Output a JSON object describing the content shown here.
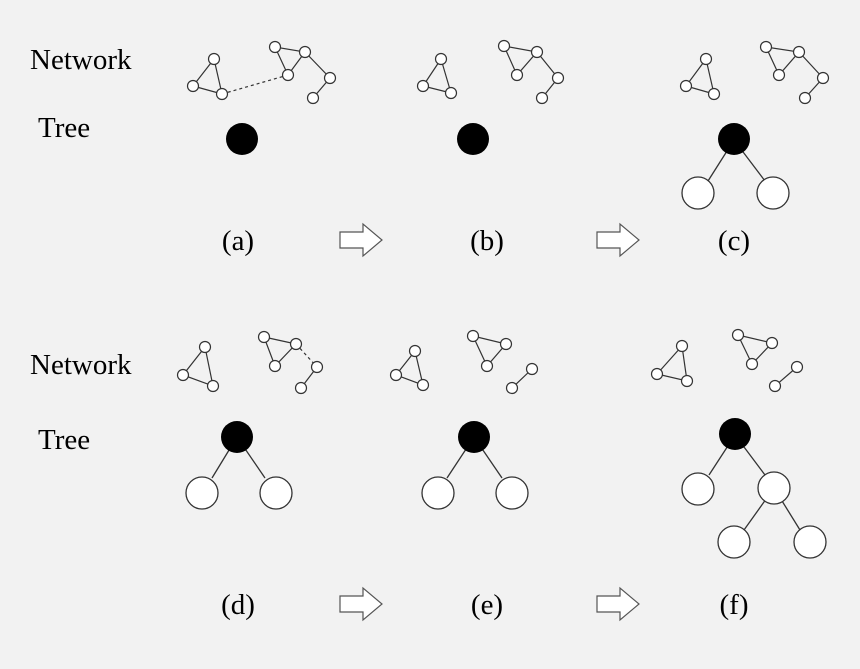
{
  "row_labels": {
    "network": "Network",
    "tree": "Tree"
  },
  "panels": [
    {
      "label": "(a)"
    },
    {
      "label": "(b)"
    },
    {
      "label": "(c)"
    },
    {
      "label": "(d)"
    },
    {
      "label": "(e)"
    },
    {
      "label": "(f)"
    }
  ],
  "colors": {
    "stroke": "#333333",
    "filled_node": "#000000",
    "open_node": "#ffffff",
    "background": "#f2f2f2"
  }
}
